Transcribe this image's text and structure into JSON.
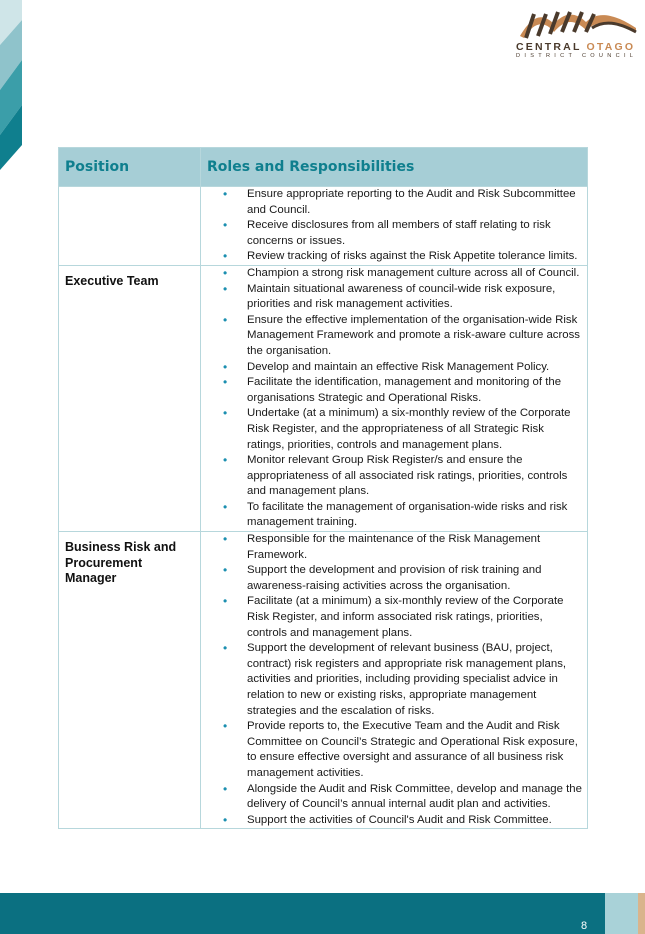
{
  "logo": {
    "line1a": "CENTRAL",
    "line1b": "OTAGO",
    "line2": "DISTRICT COUNCIL",
    "colors": {
      "dark": "#4a3a2c",
      "accent": "#c98a54"
    }
  },
  "table": {
    "headers": {
      "position": "Position",
      "roles": "Roles and Responsibilities"
    },
    "rows": [
      {
        "position": "",
        "items": [
          "Ensure appropriate reporting to the Audit and Risk Subcommittee and Council.",
          "Receive disclosures from all members of staff relating to risk concerns or issues.",
          "Review tracking of risks against the Risk Appetite tolerance limits."
        ]
      },
      {
        "position": "Executive Team",
        "items": [
          "Champion a strong risk management culture across all of Council.",
          "Maintain situational awareness of council-wide risk exposure, priorities and risk management activities.",
          "Ensure the effective implementation of the organisation-wide Risk Management Framework and promote a risk-aware culture across the organisation.",
          "Develop and maintain an effective Risk Management Policy.",
          "Facilitate the identification, management and monitoring of the organisations Strategic and Operational Risks.",
          "Undertake (at a minimum) a six-monthly review of the Corporate Risk Register, and the appropriateness of all Strategic Risk ratings, priorities, controls and management plans.",
          "Monitor relevant Group Risk Register/s and ensure the appropriateness of all associated risk ratings, priorities, controls and management plans.",
          "To facilitate the management of organisation-wide risks and risk management training."
        ]
      },
      {
        "position": "Business Risk and Procurement Manager",
        "items": [
          "Responsible for the maintenance of the Risk Management Framework.",
          "Support the development and provision of risk training and awareness-raising activities across the organisation.",
          "Facilitate (at a minimum) a six-monthly review of the Corporate Risk Register, and inform associated risk ratings, priorities, controls and management plans.",
          "Support the development of relevant business (BAU, project, contract) risk registers and appropriate risk management plans, activities and priorities, including providing specialist advice in relation to new or existing risks, appropriate management strategies and the escalation of risks.",
          "Provide reports to, the Executive Team and the Audit and Risk Committee on Council’s Strategic and Operational Risk exposure, to ensure effective oversight and assurance of all business risk management activities.",
          "Alongside the Audit and Risk Committee, develop and manage the delivery of Council’s annual internal audit plan and activities.",
          "Support the activities of Council's Audit and Risk Committee."
        ]
      }
    ]
  },
  "footer": {
    "page_number": "8"
  },
  "colors": {
    "header_bg": "#a6ced6",
    "header_text": "#0f7f8e",
    "bullet": "#1c8fb0",
    "footer_band": "#0b7081"
  }
}
